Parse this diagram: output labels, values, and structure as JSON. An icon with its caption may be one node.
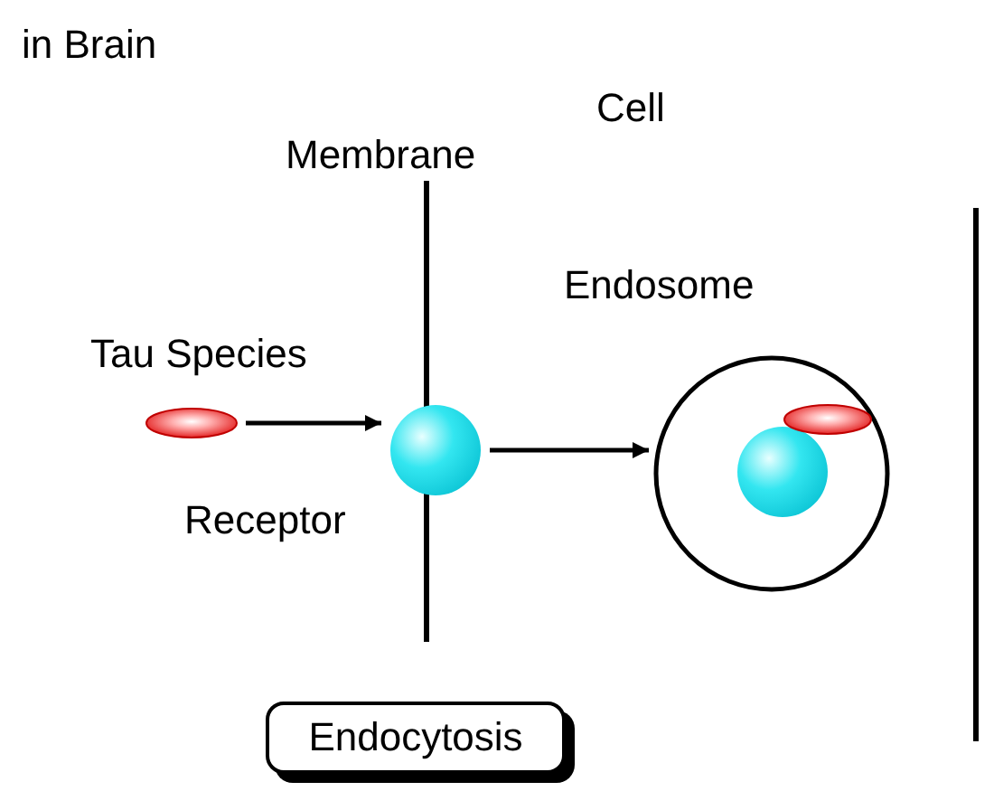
{
  "diagram": {
    "nodes": [
      {
        "text": [],
        "shape": "ellipse",
        "beside": [
          "Tau Species"
        ]
      },
      {
        "text": [],
        "shape": "circle",
        "beside": [
          "Receptor"
        ]
      },
      {
        "text": [
          "Endosome"
        ]
      },
      {
        "text": [],
        "shape": "circle",
        "in": 2
      },
      {
        "text": [],
        "shape": "ellipse",
        "in": 2
      },
      {
        "text": [
          "Endocytosis"
        ]
      }
    ],
    "edges": [
      {
        "from": 0,
        "to": 1,
        "arrow": "to"
      },
      {
        "from": 1,
        "to": 2,
        "arrow": "to"
      }
    ],
    "labels": [
      "in Brain",
      "Cell",
      "Membrane"
    ]
  }
}
